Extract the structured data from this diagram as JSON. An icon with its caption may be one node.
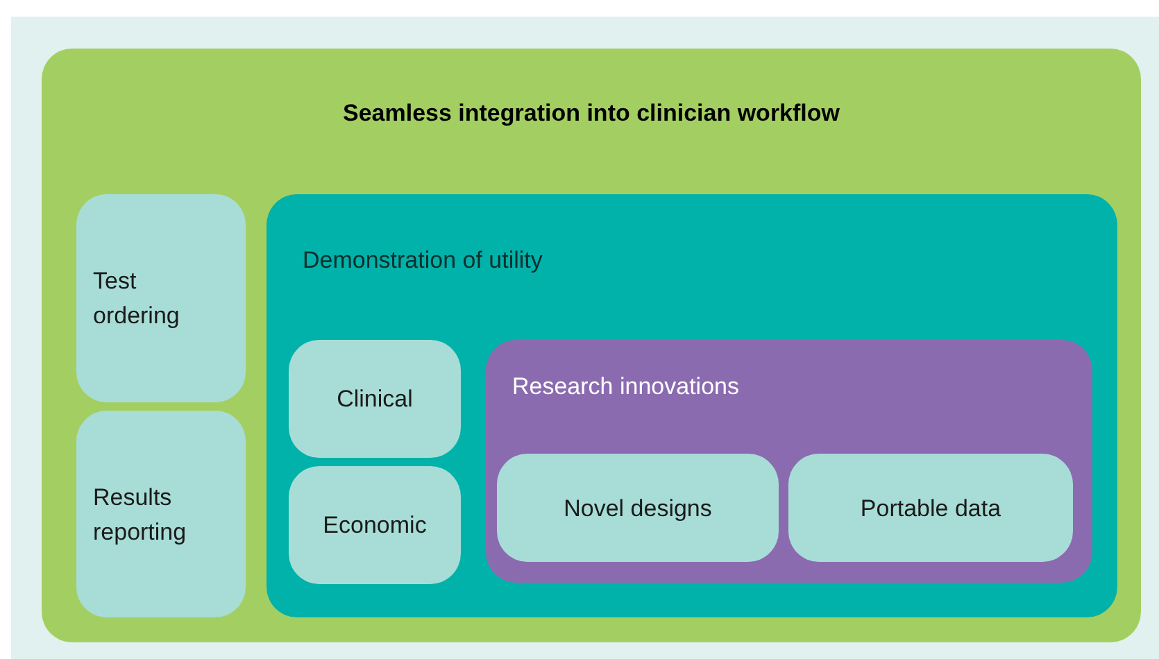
{
  "diagram": {
    "nodes": [
      {
        "text": [
          "Seamless integration into clinician workflow"
        ]
      },
      {
        "text": [
          "Test ordering"
        ],
        "in": 0
      },
      {
        "text": [
          "Results reporting"
        ],
        "in": 0
      },
      {
        "text": [
          "Demonstration of utility"
        ],
        "in": 0
      },
      {
        "text": [
          "Clinical"
        ],
        "in": 3
      },
      {
        "text": [
          "Economic"
        ],
        "in": 3
      },
      {
        "text": [
          "Research innovations"
        ],
        "in": 3
      },
      {
        "text": [
          "Novel designs"
        ],
        "in": 6
      },
      {
        "text": [
          "Portable data"
        ],
        "in": 6
      }
    ]
  }
}
